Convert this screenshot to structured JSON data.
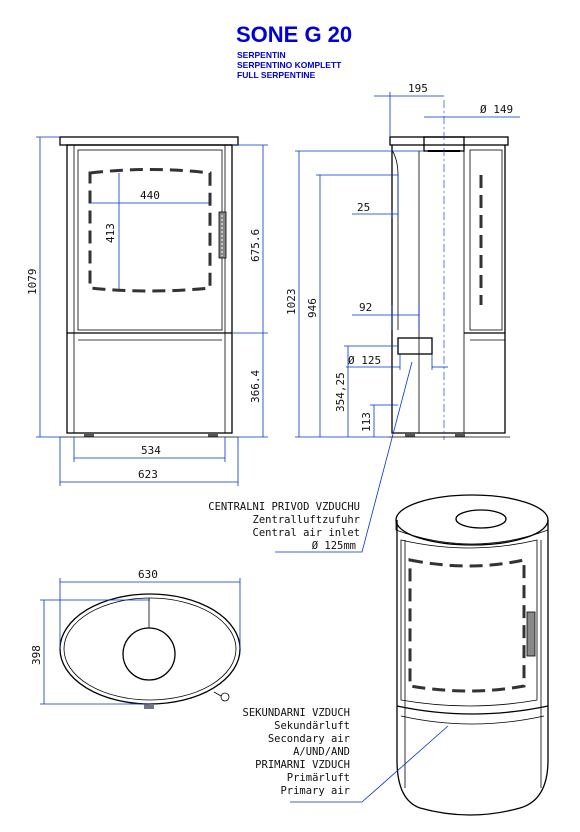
{
  "title": {
    "main": "SONE G 20",
    "sub1": "SERPENTIN",
    "sub2": "SERPENTINO KOMPLETT",
    "sub3": "FULL SERPENTINE"
  },
  "colors": {
    "title": "#0000dd",
    "dimension_lines": "#0033cc",
    "outline": "#000000"
  },
  "front": {
    "total_height": "1079",
    "window_height": "675.6",
    "base_height": "366.4",
    "window_width": "440",
    "window_inner_height": "413",
    "base_width": "534",
    "total_width": "623"
  },
  "side": {
    "flue_offset": "195",
    "flue_diameter": "Ø 149",
    "height_1023": "1023",
    "height_946": "946",
    "depth_25": "25",
    "depth_92": "92",
    "inlet_diameter": "Ø 125",
    "inlet_height": "354,25",
    "foot_height": "113"
  },
  "top": {
    "width": "630",
    "depth": "398"
  },
  "notes": {
    "central_air": [
      "CENTRALNI PRIVOD VZDUCHU",
      "Zentralluftzufuhr",
      "Central air inlet",
      "Ø 125mm"
    ],
    "secondary_air": [
      "SEKUNDARNI VZDUCH",
      "Sekundärluft",
      "Secondary air",
      "A/UND/AND",
      "PRIMARNI VZDUCH",
      "Primärluft",
      "Primary air"
    ]
  }
}
